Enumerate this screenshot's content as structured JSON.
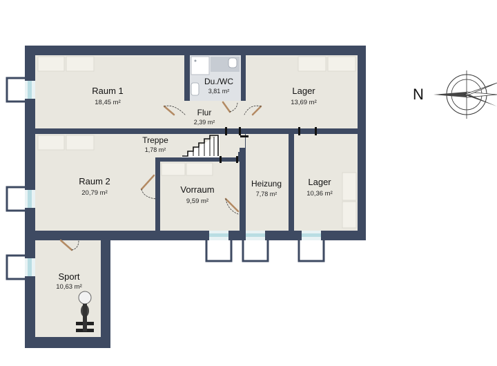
{
  "rooms": {
    "raum1": {
      "name": "Raum 1",
      "area": "18,45 m²"
    },
    "duwc": {
      "name": "Du./WC",
      "area": "3,81 m²"
    },
    "lager1": {
      "name": "Lager",
      "area": "13,69 m²"
    },
    "flur": {
      "name": "Flur",
      "area": "2,39 m²"
    },
    "treppe": {
      "name": "Treppe",
      "area": "1,78 m²"
    },
    "raum2": {
      "name": "Raum 2",
      "area": "20,79 m²"
    },
    "vorraum": {
      "name": "Vorraum",
      "area": "9,59 m²"
    },
    "heizung": {
      "name": "Heizung",
      "area": "7,78 m²"
    },
    "lager2": {
      "name": "Lager",
      "area": "10,36 m²"
    },
    "sport": {
      "name": "Sport",
      "area": "10,63 m²"
    }
  },
  "compass": {
    "label": "N",
    "icon": "compass-rose-icon"
  },
  "colors": {
    "wall": "#3e4a62",
    "floor": "#e9e7df",
    "furniture": "#f3f1ea",
    "door": "#b38a63",
    "bath": "#c7ccd3"
  }
}
